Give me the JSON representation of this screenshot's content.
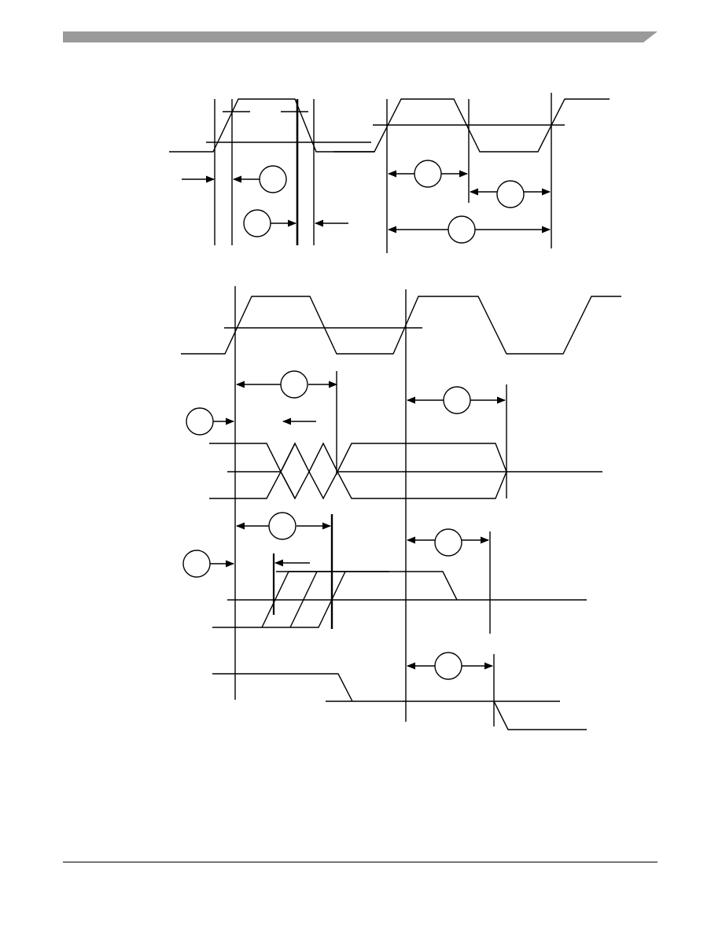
{
  "colors": {
    "header_bar": "#9a9a9a",
    "ink": "#000000",
    "background": "#ffffff"
  },
  "header": {
    "title": ""
  },
  "footer": {
    "text": ""
  },
  "diagram": {
    "kind": "timing-diagram",
    "callouts": [
      {
        "id": "rise-fall-time",
        "label": ""
      },
      {
        "id": "fall-rise-time",
        "label": ""
      },
      {
        "id": "clock-high-time",
        "label": ""
      },
      {
        "id": "clock-low-time",
        "label": ""
      },
      {
        "id": "clock-period",
        "label": ""
      },
      {
        "id": "input-hold-time",
        "label": ""
      },
      {
        "id": "input-setup-time",
        "label": ""
      },
      {
        "id": "data-valid-delay",
        "label": ""
      },
      {
        "id": "output-hold-time",
        "label": ""
      },
      {
        "id": "output-setup-time",
        "label": ""
      },
      {
        "id": "output-valid-delay",
        "label": ""
      },
      {
        "id": "output-disable-delay",
        "label": ""
      }
    ]
  }
}
